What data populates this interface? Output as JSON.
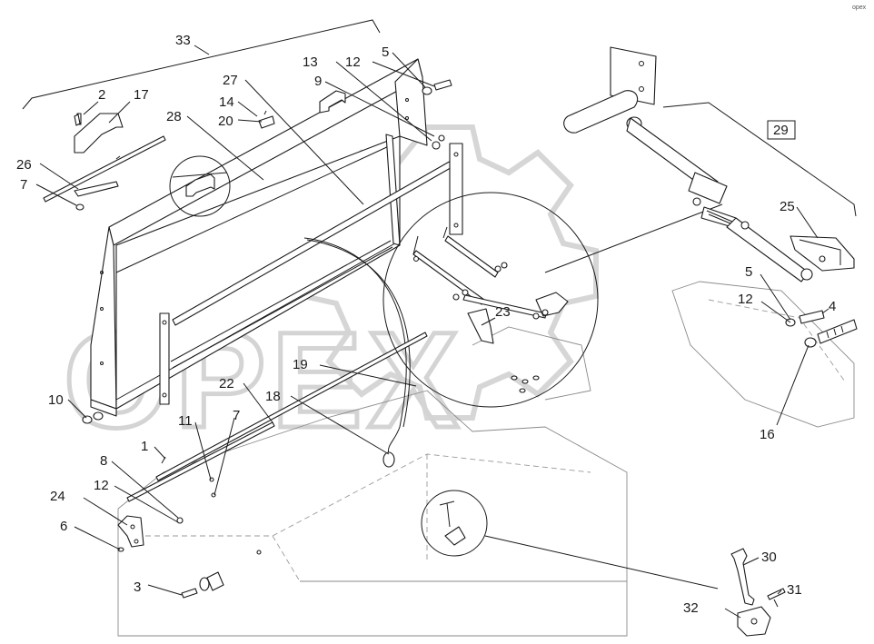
{
  "diagram": {
    "watermark": "OPEX",
    "callouts": [
      "1",
      "2",
      "3",
      "4",
      "5",
      "5",
      "6",
      "7",
      "7",
      "8",
      "9",
      "10",
      "11",
      "12",
      "12",
      "12",
      "13",
      "14",
      "16",
      "17",
      "18",
      "19",
      "20",
      "22",
      "23",
      "24",
      "25",
      "26",
      "27",
      "28",
      "29",
      "30",
      "31",
      "32",
      "33"
    ],
    "boxed_callout": "29",
    "corner_mark": "opex"
  }
}
